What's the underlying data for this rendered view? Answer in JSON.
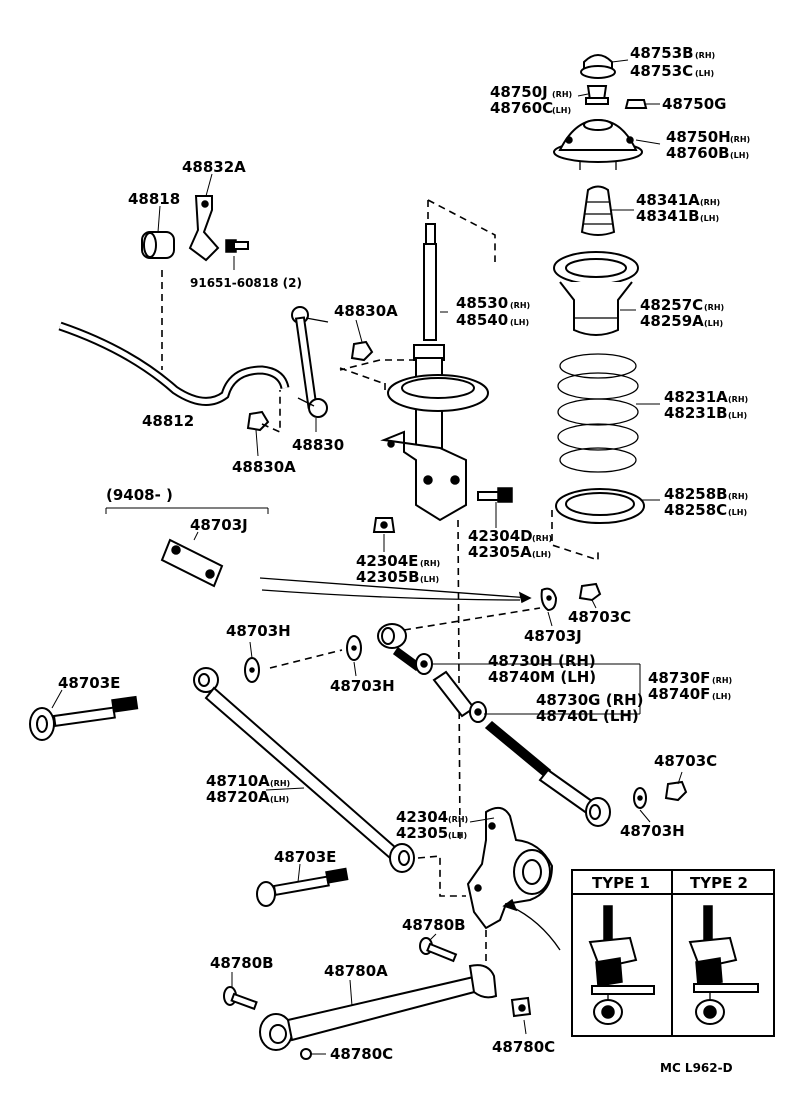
{
  "diagram": {
    "labels": {
      "l48753": "48753B",
      "l48753_sub": "(RH)",
      "l48753c": "48753C",
      "l48753c_sub": "(LH)",
      "l48750j": "48750J",
      "l48750j_sub": "(RH)",
      "l48760c": "48760C",
      "l48760c_sub": "(LH)",
      "l48750g": "48750G",
      "l48750h": "48750H",
      "l48750h_sub": "(RH)",
      "l48760b": "48760B",
      "l48760b_sub": "(LH)",
      "l48341a": "48341A",
      "l48341a_sub": "(RH)",
      "l48341b": "48341B",
      "l48341b_sub": "(LH)",
      "l48257c": "48257C",
      "l48257c_sub": "(RH)",
      "l48259a": "48259A",
      "l48259a_sub": "(LH)",
      "l48231a": "48231A",
      "l48231a_sub": "(RH)",
      "l48231b": "48231B",
      "l48231b_sub": "(LH)",
      "l48258b": "48258B",
      "l48258b_sub": "(RH)",
      "l48258c": "48258C",
      "l48258c_sub": "(LH)",
      "l48832a": "48832A",
      "l48818": "48818",
      "l91651": "91651-60818 (2)",
      "l48830a_top": "48830A",
      "l48530": "48530",
      "l48530_sub": "(RH)",
      "l48540": "48540",
      "l48540_sub": "(LH)",
      "l48812": "48812",
      "l48830": "48830",
      "l48830a_bot": "48830A",
      "l9408": "(9408-        )",
      "l48703j_top": "48703J",
      "l42304e": "42304E",
      "l42304e_sub": "(RH)",
      "l42305b": "42305B",
      "l42305b_sub": "(LH)",
      "l42304d": "42304D",
      "l42304d_sub": "(RH)",
      "l42305a": "42305A",
      "l42305a_sub": "(LH)",
      "l48703j_mid": "48703J",
      "l48703c_top": "48703C",
      "l48703h_left": "48703H",
      "l48703h_mid": "48703H",
      "l48730h": "48730H (RH)",
      "l48740m": "48740M (LH)",
      "l48730f": "48730F",
      "l48730f_sub": "(RH)",
      "l48740f": "48740F",
      "l48740f_sub": "(LH)",
      "l48730g": "48730G (RH)",
      "l48740l": "48740L (LH)",
      "l48703e_top": "48703E",
      "l48710a": "48710A",
      "l48710a_sub": "(RH)",
      "l48720a": "48720A",
      "l48720a_sub": "(LH)",
      "l48703c_right": "48703C",
      "l48703h_right": "48703H",
      "l42304": "42304",
      "l42304_sub": "(RH)",
      "l42305": "42305",
      "l42305_sub": "(LH)",
      "l48703e_bot": "48703E",
      "l48780b_mid": "48780B",
      "l48780b_left": "48780B",
      "l48780a": "48780A",
      "l48780c_left": "48780C",
      "l48780c_right": "48780C",
      "type1": "TYPE  1",
      "type2": "TYPE  2",
      "code": "MC  L962-D"
    }
  }
}
